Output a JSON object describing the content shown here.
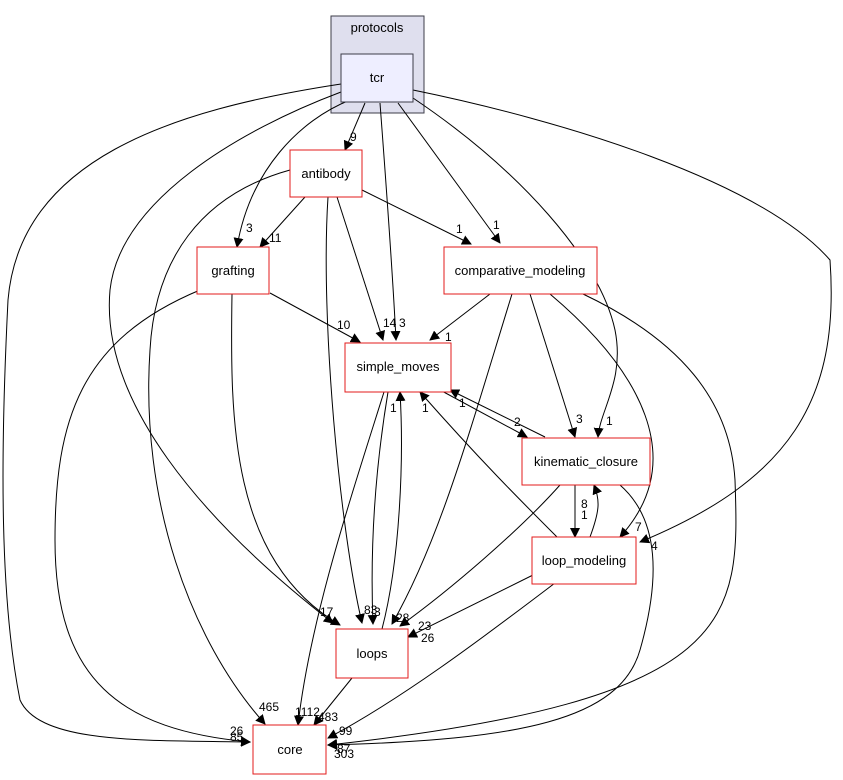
{
  "cluster": {
    "label": "protocols"
  },
  "nodes": {
    "tcr": "tcr",
    "antibody": "antibody",
    "grafting": "grafting",
    "comparative_modeling": "comparative_modeling",
    "simple_moves": "simple_moves",
    "kinematic_closure": "kinematic_closure",
    "loop_modeling": "loop_modeling",
    "loops": "loops",
    "core": "core"
  },
  "edge_labels": [
    {
      "text": "9"
    },
    {
      "text": "3"
    },
    {
      "text": "11"
    },
    {
      "text": "1"
    },
    {
      "text": "1"
    },
    {
      "text": "14"
    },
    {
      "text": "3"
    },
    {
      "text": "10"
    },
    {
      "text": "1"
    },
    {
      "text": "1"
    },
    {
      "text": "1"
    },
    {
      "text": "1"
    },
    {
      "text": "2"
    },
    {
      "text": "3"
    },
    {
      "text": "1"
    },
    {
      "text": "8"
    },
    {
      "text": "1"
    },
    {
      "text": "7"
    },
    {
      "text": "4"
    },
    {
      "text": "17"
    },
    {
      "text": "83"
    },
    {
      "text": "3"
    },
    {
      "text": "28"
    },
    {
      "text": "23"
    },
    {
      "text": "26"
    },
    {
      "text": "465"
    },
    {
      "text": "1112"
    },
    {
      "text": "483"
    },
    {
      "text": "99"
    },
    {
      "text": "26"
    },
    {
      "text": "85"
    },
    {
      "text": "87"
    },
    {
      "text": "303"
    }
  ]
}
